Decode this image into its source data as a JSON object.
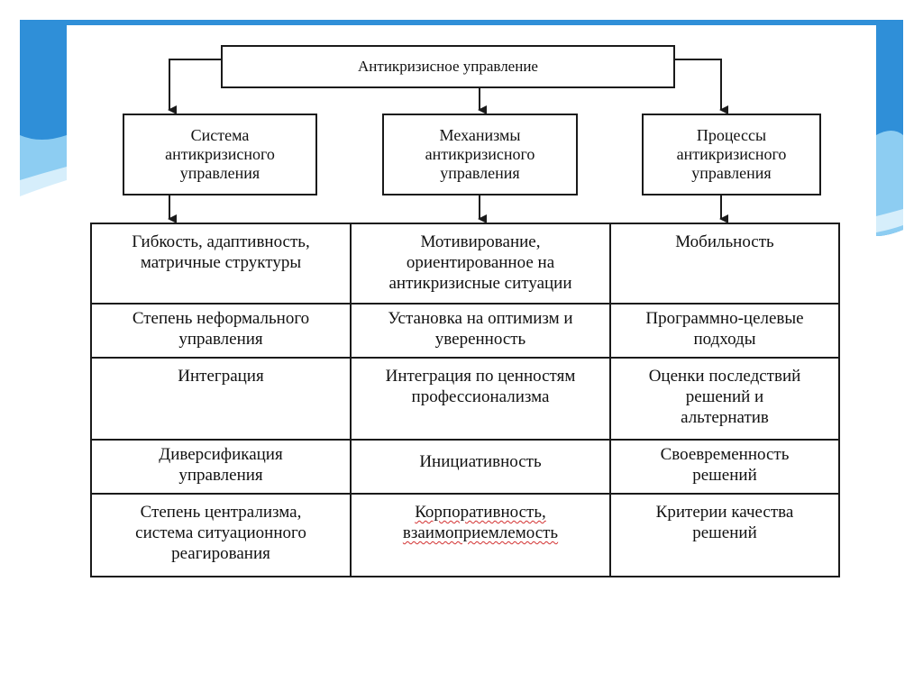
{
  "diagram": {
    "root": {
      "label": "Антикризисное управление"
    },
    "branches": [
      {
        "label": "Система\nантикризисного\nуправления"
      },
      {
        "label": "Механизмы\nантикризисного\nуправления"
      },
      {
        "label": "Процессы\nантикризисного\nуправления"
      }
    ],
    "rows": [
      [
        "Гибкость, адаптивность,\nматричные структуры",
        "Мотивирование,\nориентированное на\nантикризисные ситуации",
        "Мобильность"
      ],
      [
        "Степень неформального\nуправления",
        "Установка на оптимизм и\nуверенность",
        "Программно-целевые\nподходы"
      ],
      [
        "Интеграция",
        "Интеграция по ценностям\nпрофессионализма",
        "Оценки последствий\nрешений и\nальтернатив"
      ],
      [
        "Диверсификация\nуправления",
        "Инициативность",
        "Своевременность\nрешений"
      ],
      [
        "Степень централизма,\nсистема ситуационного\nреагирования",
        "Корпоративность,\nвзаимоприемлемость",
        "Критерии качества\nрешений"
      ]
    ]
  },
  "colors": {
    "accent_blue": "#2f8fd8",
    "accent_light": "#bfe3f7",
    "border": "#1a1a1a",
    "spell_underline": "#d23030"
  }
}
